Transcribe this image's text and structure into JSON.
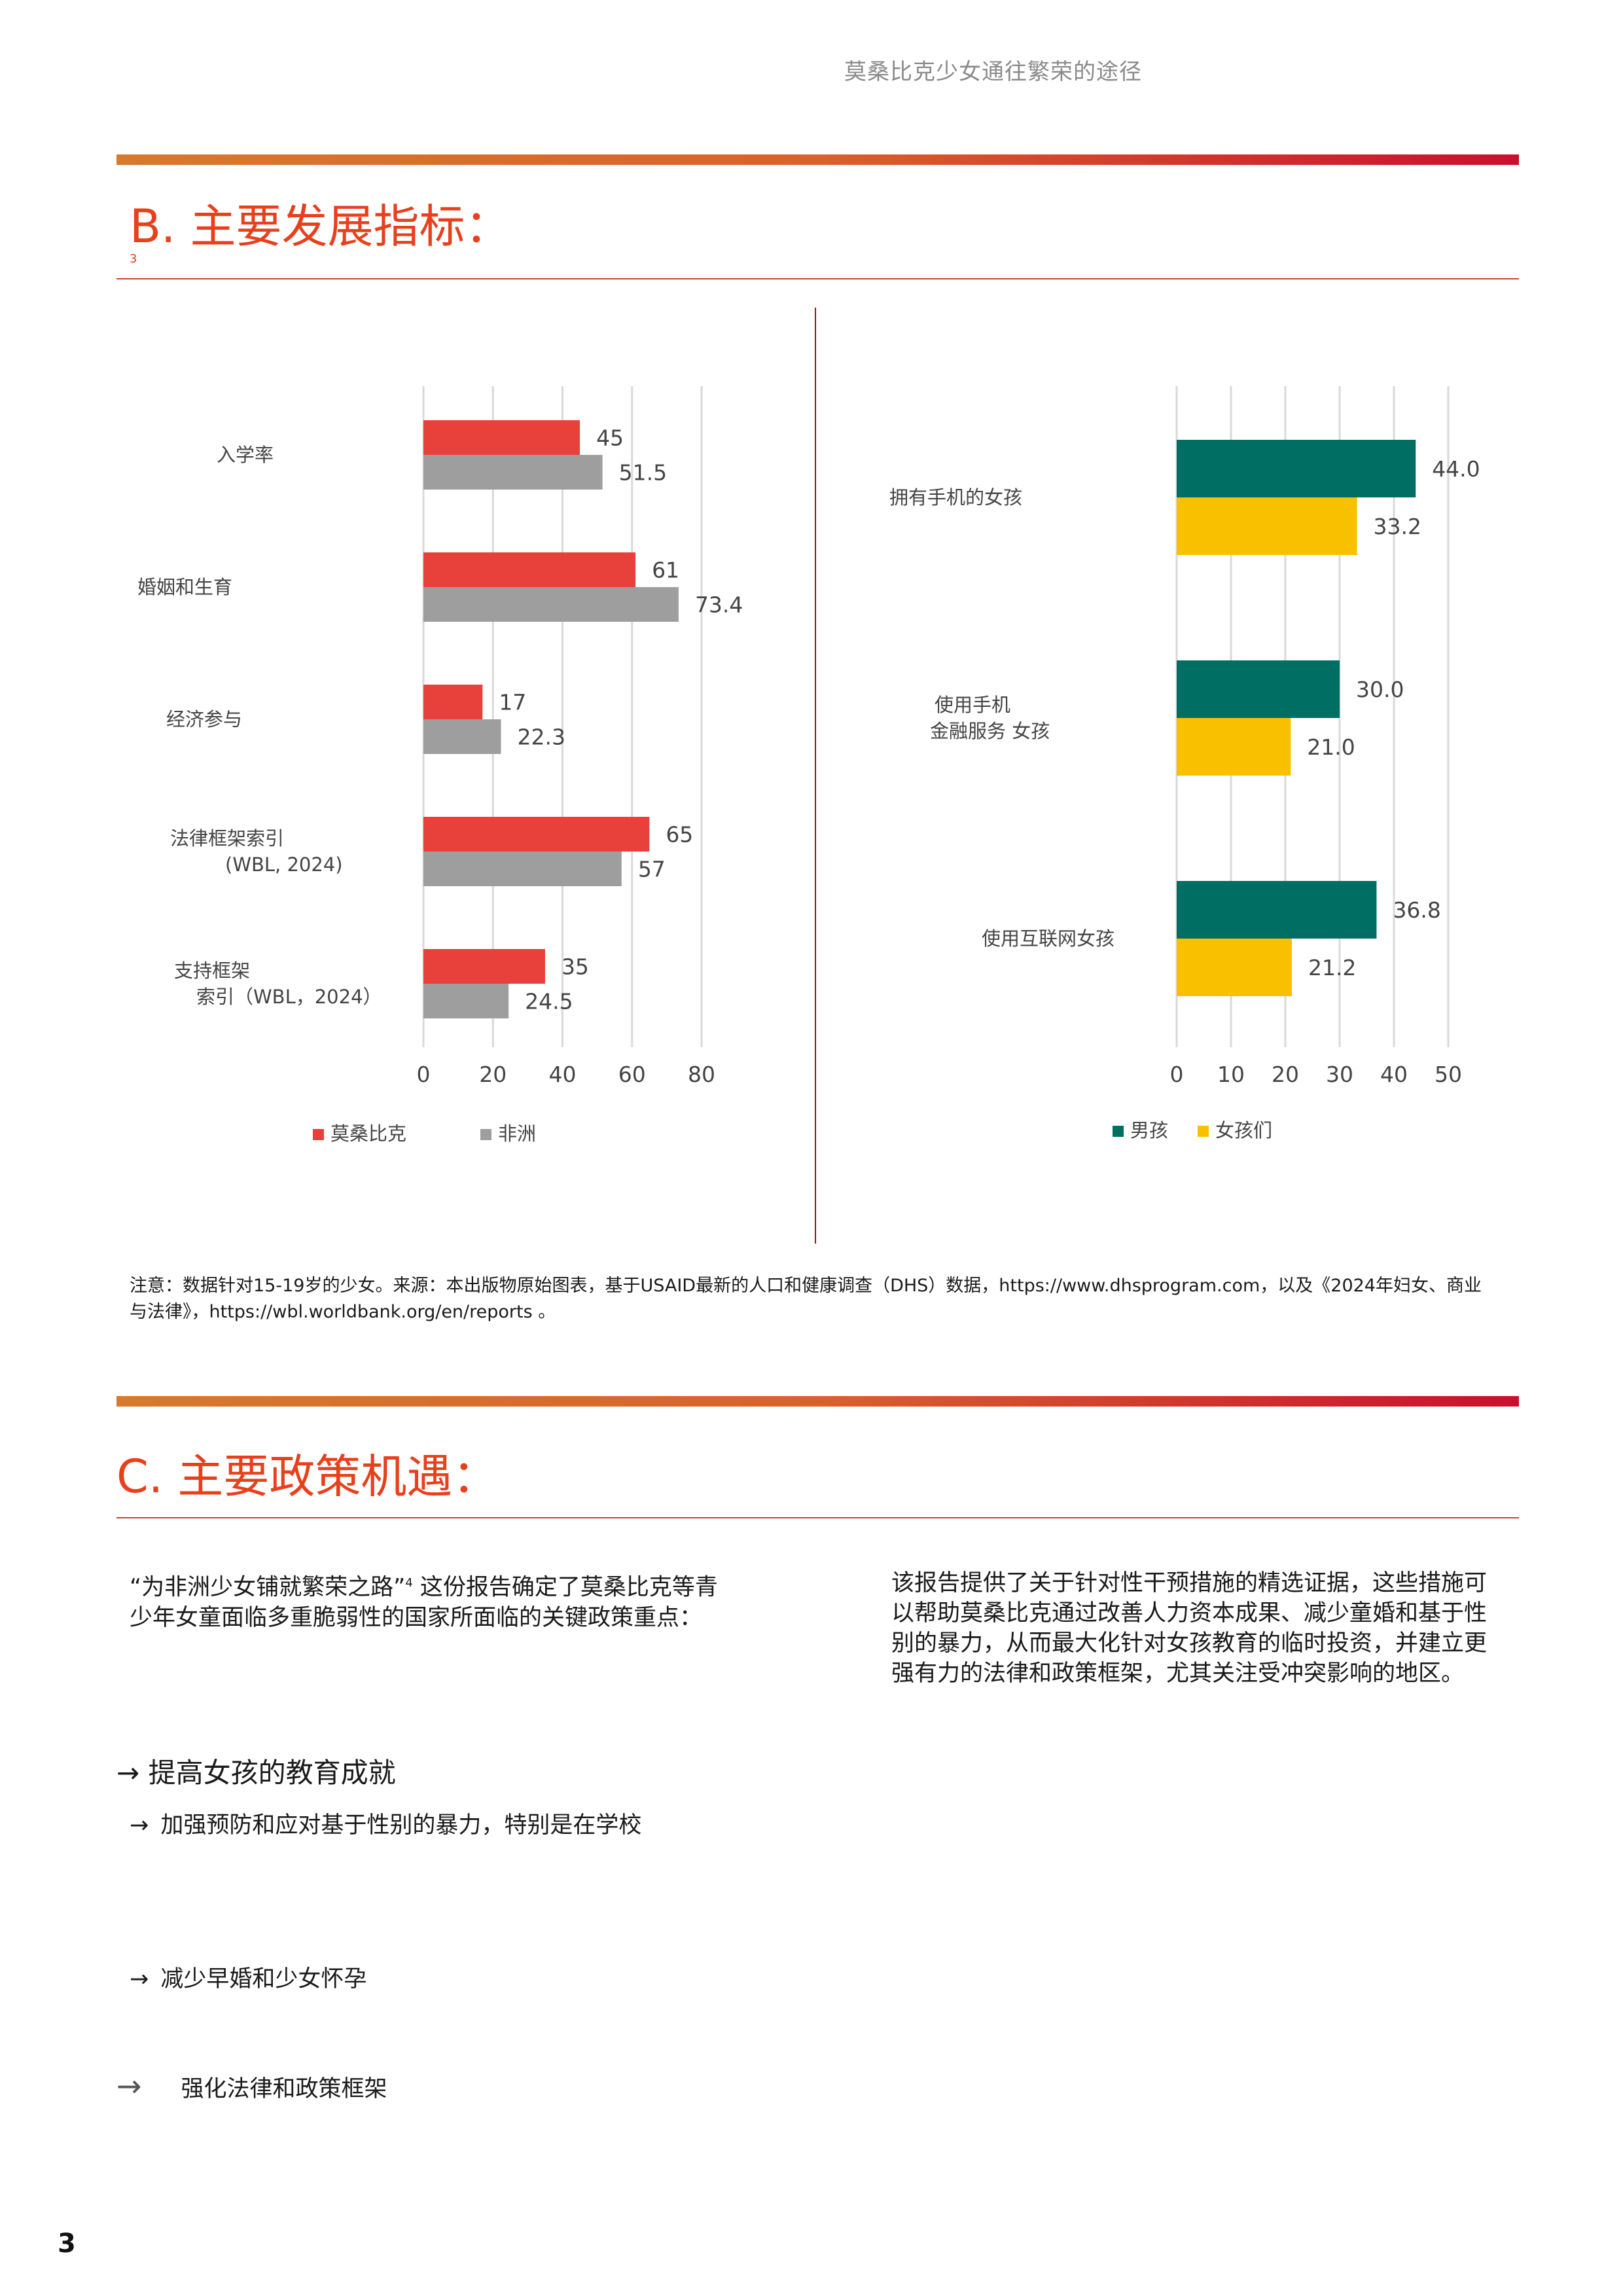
{
  "header": {
    "running_title": "莫桑比克少女通往繁荣的途径"
  },
  "section_b": {
    "title": "B. 主要发展指标：",
    "footnote_ref": "3"
  },
  "chart_left": {
    "type": "bar",
    "categories": [
      "入学率",
      "婚姻和生育",
      "经济参与",
      "法律框架索引\n(WBL, 2024)",
      "支持框架\n索引（WBL，2024）"
    ],
    "category_lines": [
      [
        "入学率"
      ],
      [
        "婚姻和生育"
      ],
      [
        "经济参与"
      ],
      [
        "法律框架索引",
        "(WBL, 2024)"
      ],
      [
        "支持框架",
        "索引（WBL，2024）"
      ]
    ],
    "series": [
      {
        "name": "莫桑比克",
        "values": [
          45,
          61,
          17,
          65,
          35
        ],
        "labels": [
          "45",
          "61",
          "17",
          "65",
          "35"
        ],
        "color": "#e8403a"
      },
      {
        "name": "非洲",
        "values": [
          51.5,
          73.4,
          22.3,
          57,
          24.5
        ],
        "labels": [
          "51.5",
          "73.4",
          "22.3",
          "57",
          "24.5"
        ],
        "color": "#9e9e9e"
      }
    ],
    "xlim": [
      0,
      80
    ],
    "xticks": [
      "0",
      "20",
      "40",
      "60",
      "80"
    ],
    "orientation": "horizontal",
    "grid": true,
    "legend_position": "bottom"
  },
  "chart_right": {
    "type": "bar",
    "categories": [
      "拥有手机的女孩",
      "使用手机\n金融服务 女孩",
      "使用互联网女孩"
    ],
    "category_lines": [
      [
        "拥有手机的女孩"
      ],
      [
        "使用手机",
        "金融服务 女孩"
      ],
      [
        "使用互联网女孩"
      ]
    ],
    "series": [
      {
        "name": "男孩",
        "values": [
          44.0,
          30.0,
          36.8
        ],
        "labels": [
          "44.0",
          "30.0",
          "36.8"
        ],
        "color": "#006e62"
      },
      {
        "name": "女孩们",
        "values": [
          33.2,
          21.0,
          21.2
        ],
        "labels": [
          "33.2",
          "21.0",
          "21.2"
        ],
        "color": "#f9c000"
      }
    ],
    "xlim": [
      0,
      50
    ],
    "xticks": [
      "0",
      "10",
      "20",
      "30",
      "40",
      "50"
    ],
    "orientation": "horizontal",
    "grid": true,
    "legend_position": "bottom"
  },
  "note": "注意：数据针对15-19岁的少女。来源：本出版物原始图表，基于USAID最新的人口和健康调查（DHS）数据，https://www.dhsprogram.com，以及《2024年妇女、商业与法律》，https://wbl.worldbank.org/en/reports 。",
  "section_c": {
    "title": "C. 主要政策机遇：",
    "left_text": "“为非洲少女铺就繁荣之路”",
    "left_sup": "4",
    "left_text_rest": "这份报告确定了莫桑比克等青少年女童面临多重脆弱性的国家所面临的关键政策重点：",
    "right_text": "该报告提供了关于针对性干预措施的精选证据，这些措施可以帮助莫桑比克通过改善人力资本成果、减少童婚和基于性别的暴力，从而最大化针对女孩教育的临时投资，并建立更强有力的法律和政策框架，尤其关注受冲突影响的地区。",
    "bullets": [
      {
        "arrow": "→",
        "text": "提高女孩的教育成就"
      },
      {
        "arrow": "→",
        "text": "加强预防和应对基于性别的暴力，特别是在学校"
      },
      {
        "arrow": "→",
        "text": "减少早婚和少女怀孕"
      },
      {
        "arrow": "→",
        "text": "强化法律和政策框架"
      }
    ]
  },
  "page_number": "3"
}
